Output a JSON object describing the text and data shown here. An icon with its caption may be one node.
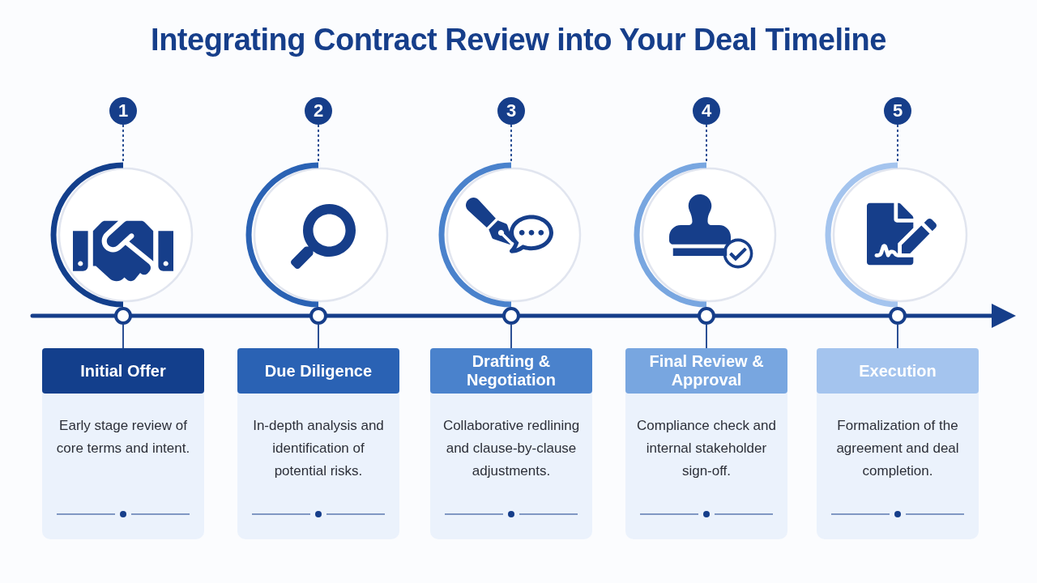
{
  "diagram": {
    "title": "Integrating Contract Review into Your Deal Timeline",
    "nodes": [
      {
        "text": [
          "1"
        ]
      },
      {
        "text": [],
        "shape": "circle"
      },
      {
        "text": [],
        "shape": "circle"
      },
      {
        "text": [
          "Initial Offer",
          "Early stage review of core terms and intent."
        ]
      },
      {
        "text": [
          "2"
        ]
      },
      {
        "text": [],
        "shape": "circle"
      },
      {
        "text": [],
        "shape": "circle"
      },
      {
        "text": [
          "Due Diligence",
          "In-depth analysis and identification of potential risks."
        ]
      },
      {
        "text": [
          "3"
        ]
      },
      {
        "text": [],
        "shape": "circle"
      },
      {
        "text": [],
        "shape": "circle"
      },
      {
        "text": [
          "Drafting & Negotiation",
          "Collaborative redlining and clause-by-clause adjustments."
        ]
      },
      {
        "text": [
          "4"
        ]
      },
      {
        "text": [],
        "shape": "circle"
      },
      {
        "text": [],
        "shape": "circle"
      },
      {
        "text": [
          "Final Review & Approval",
          "Compliance check and internal stakeholder sign-off."
        ]
      },
      {
        "text": [
          "5"
        ]
      },
      {
        "text": [],
        "shape": "circle"
      },
      {
        "text": [],
        "shape": "circle"
      },
      {
        "text": [
          "Execution",
          "Formalization of the agreement and deal completion."
        ]
      }
    ],
    "edges": [
      {
        "from": 0,
        "to": 1,
        "arrow": "none",
        "style": "dashed"
      },
      {
        "from": 2,
        "to": 3,
        "arrow": "none"
      },
      {
        "from": 4,
        "to": 5,
        "arrow": "none",
        "style": "dashed"
      },
      {
        "from": 6,
        "to": 7,
        "arrow": "none"
      },
      {
        "from": 8,
        "to": 9,
        "arrow": "none",
        "style": "dashed"
      },
      {
        "from": 10,
        "to": 11,
        "arrow": "none"
      },
      {
        "from": 12,
        "to": 13,
        "arrow": "none",
        "style": "dashed"
      },
      {
        "from": 14,
        "to": 15,
        "arrow": "none"
      },
      {
        "from": 16,
        "to": 17,
        "arrow": "none",
        "style": "dashed"
      },
      {
        "from": 18,
        "to": 19,
        "arrow": "none"
      }
    ]
  }
}
